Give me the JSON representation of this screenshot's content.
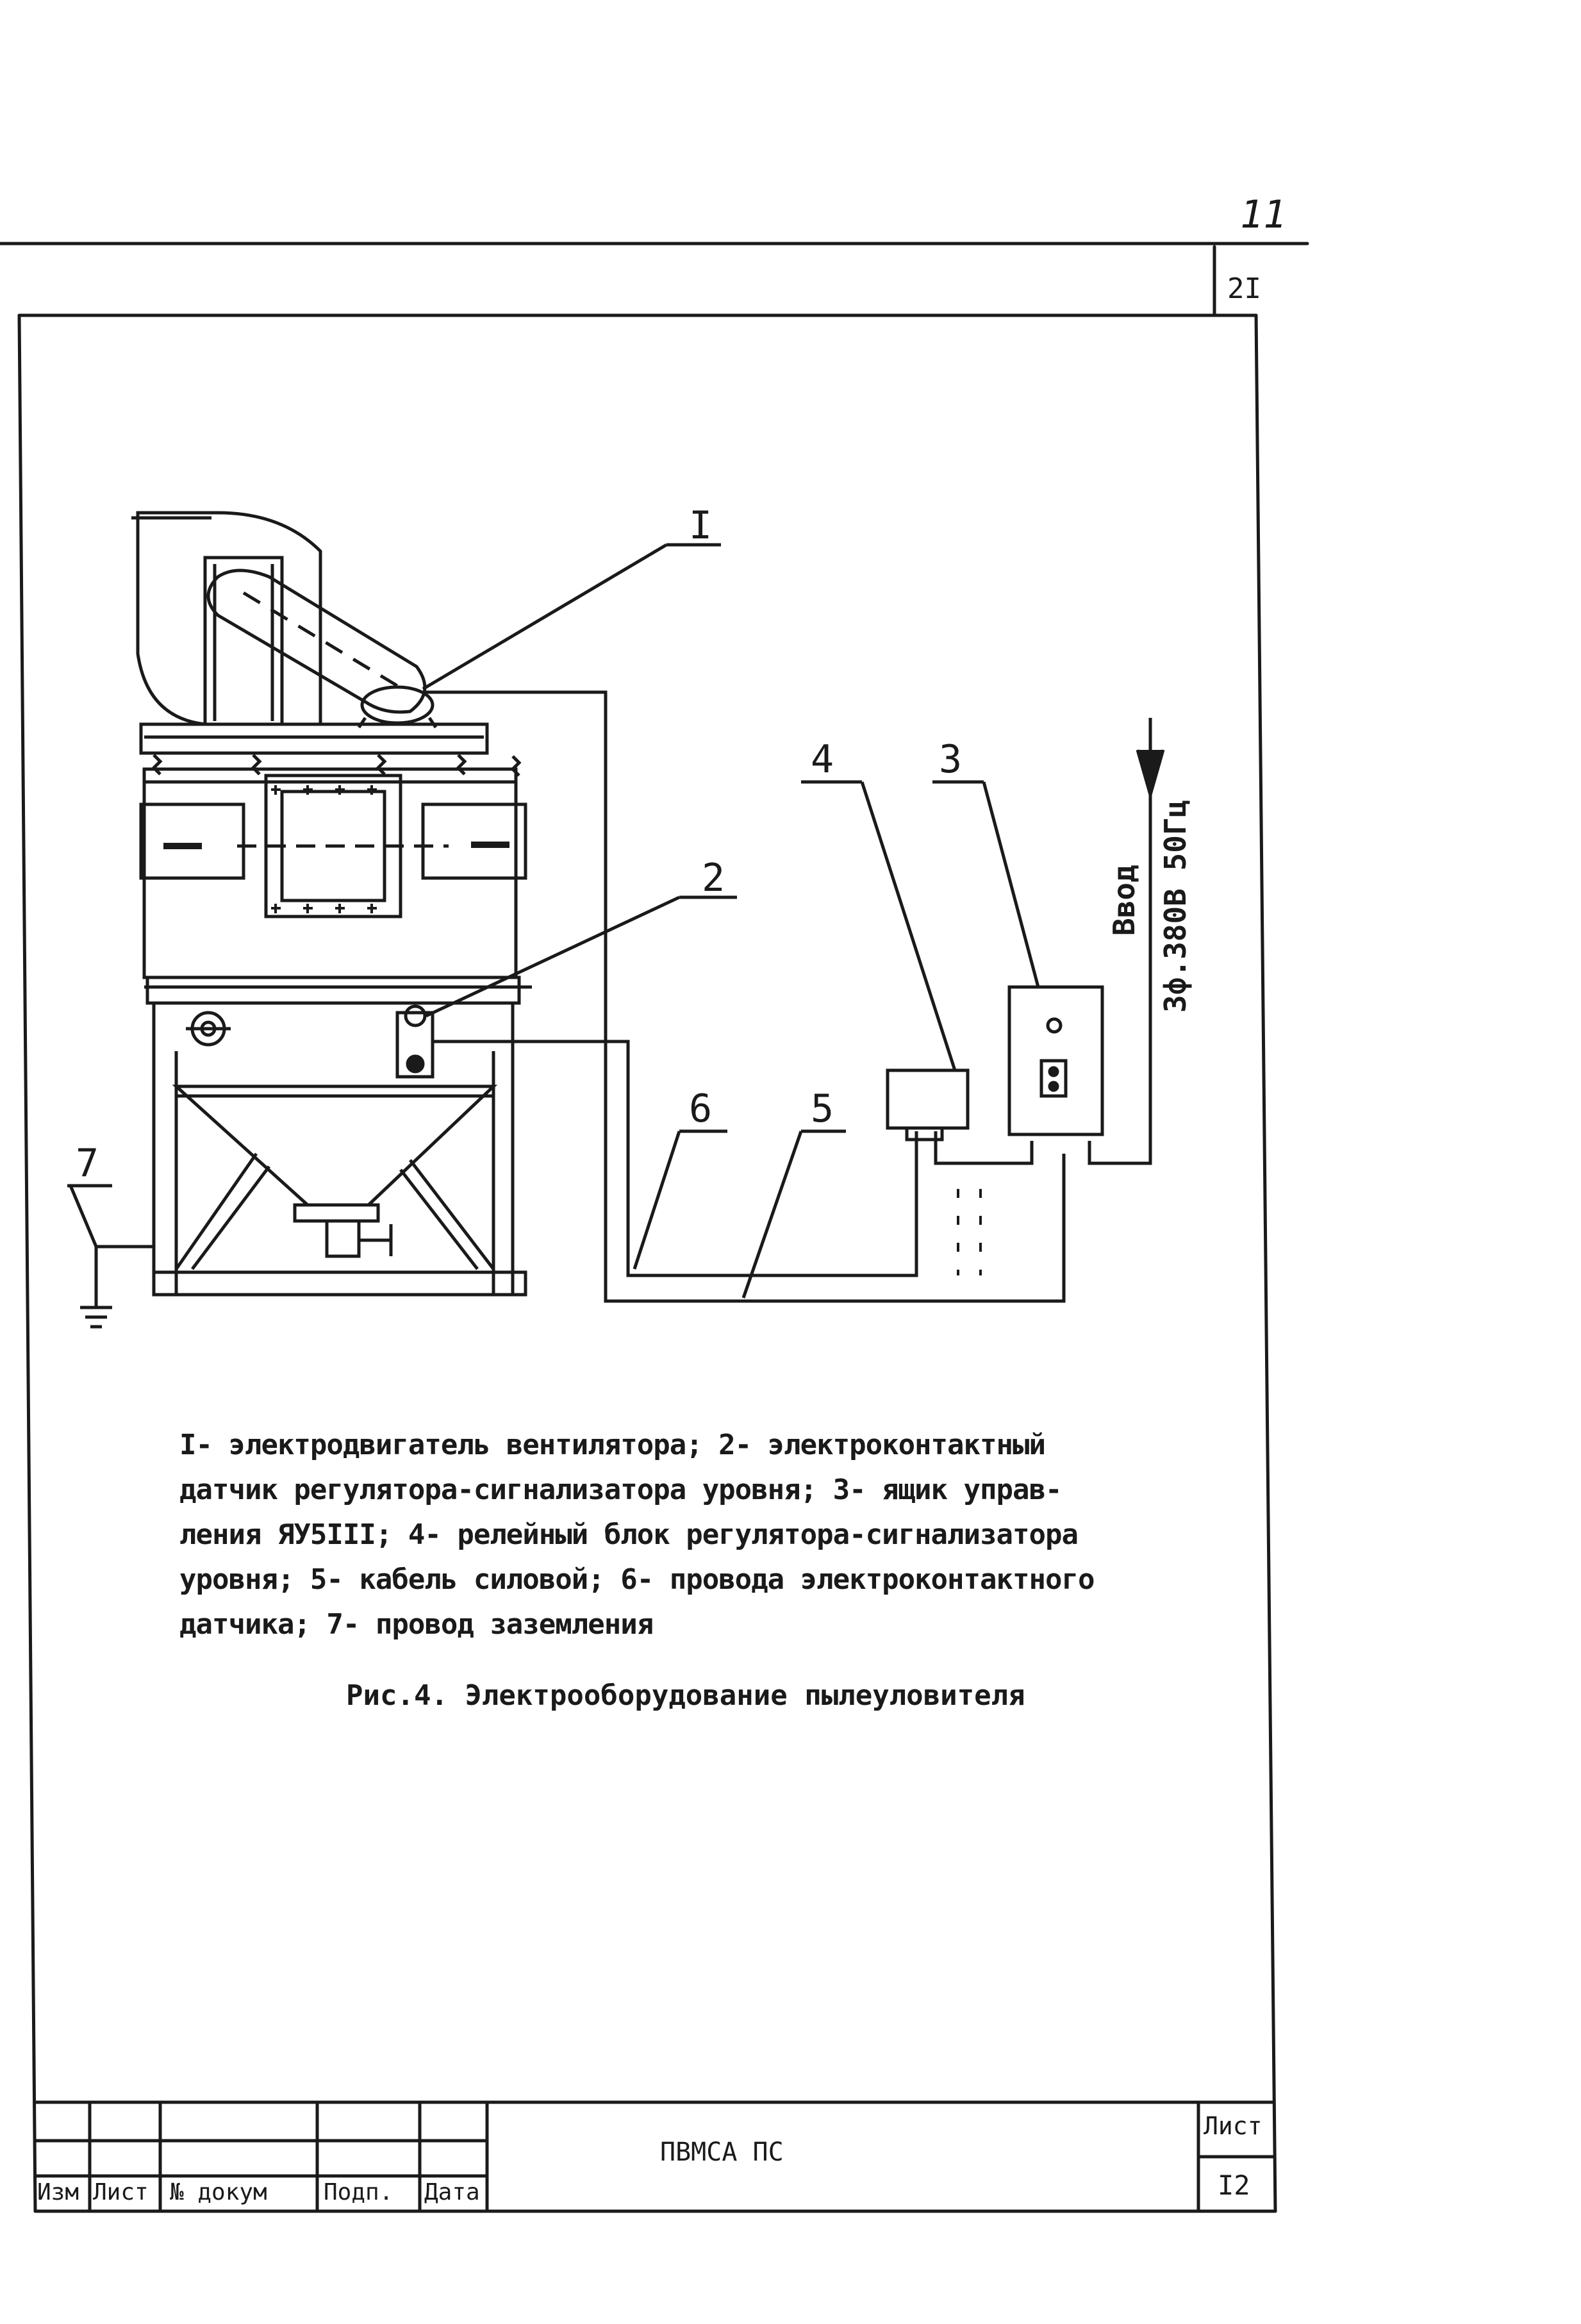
{
  "page": {
    "top_handwritten": "11",
    "page_number": "2I"
  },
  "diagram": {
    "labels": {
      "motor": "I",
      "sensor": "2",
      "control_box": "3",
      "relay_block": "4",
      "power_cable": "5",
      "sensor_wires": "6",
      "ground_wire": "7"
    },
    "input_line1": "Ввод",
    "input_line2": "3ф.380В 50Гц"
  },
  "caption": {
    "lines": [
      "I- электродвигатель вентилятора; 2- электроконтактный",
      "датчик регулятора-сигнализатора уровня; 3- ящик управ-",
      "ления ЯУ5III; 4- релейный блок регулятора-сигнализатора",
      "уровня; 5- кабель силовой; 6- провода электроконтактного",
      "датчика; 7- провод заземления"
    ],
    "figure_title": "Рис.4. Электрооборудование пылеуловителя"
  },
  "title_block": {
    "columns": [
      "Изм",
      "Лист",
      "№ докум",
      "Подп.",
      "Дата"
    ],
    "document_code": "ПВМСА ПС",
    "sheet_label": "Лист",
    "sheet_number": "I2"
  }
}
